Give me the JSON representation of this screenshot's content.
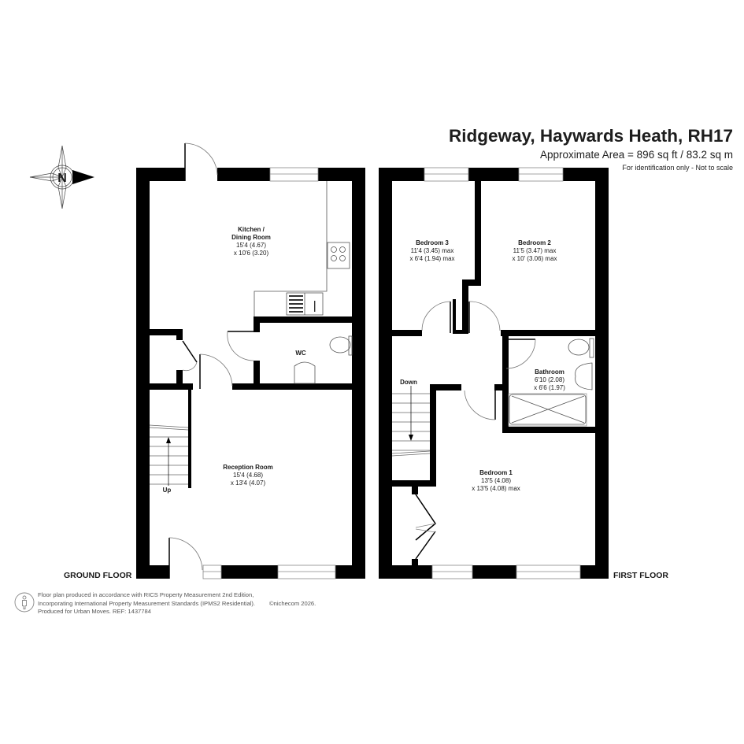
{
  "header": {
    "title": "Ridgeway, Haywards Heath, RH17",
    "area": "Approximate Area = 896 sq ft / 83.2 sq m",
    "disclaimer": "For identification only - Not to scale"
  },
  "compass": {
    "icon": "north-compass-icon",
    "letter": "N"
  },
  "floors": {
    "ground": {
      "label": "GROUND FLOOR",
      "rooms": {
        "kitchen": {
          "name_line1": "Kitchen /",
          "name_line2": "Dining Room",
          "dim1": "15'4 (4.67)",
          "dim2": "x 10'6 (3.20)"
        },
        "wc": {
          "name": "WC"
        },
        "reception": {
          "name": "Reception Room",
          "dim1": "15'4 (4.68)",
          "dim2": "x 13'4 (4.07)"
        }
      },
      "stairs_label": "Up"
    },
    "first": {
      "label": "FIRST FLOOR",
      "rooms": {
        "bedroom3": {
          "name": "Bedroom 3",
          "dim1": "11'4 (3.45) max",
          "dim2": "x 6'4 (1.94) max"
        },
        "bedroom2": {
          "name": "Bedroom 2",
          "dim1": "11'5 (3.47) max",
          "dim2": "x 10' (3.06) max"
        },
        "bathroom": {
          "name": "Bathroom",
          "dim1": "6'10 (2.08)",
          "dim2": "x 6'6 (1.97)"
        },
        "bedroom1": {
          "name": "Bedroom 1",
          "dim1": "13'5 (4.08)",
          "dim2": "x 13'5 (4.08) max"
        }
      },
      "stairs_label": "Down"
    }
  },
  "footer": {
    "line1": "Floor plan produced in accordance with RICS Property Measurement 2nd Edition,",
    "line2": "Incorporating International Property Measurement Standards (IPMS2 Residential).",
    "copyright": "©nichecom 2026.",
    "line3": "Produced for Urban Moves.   REF: 1437784"
  },
  "colors": {
    "wall": "#000000",
    "fixture_line": "#888888",
    "background": "#ffffff"
  }
}
